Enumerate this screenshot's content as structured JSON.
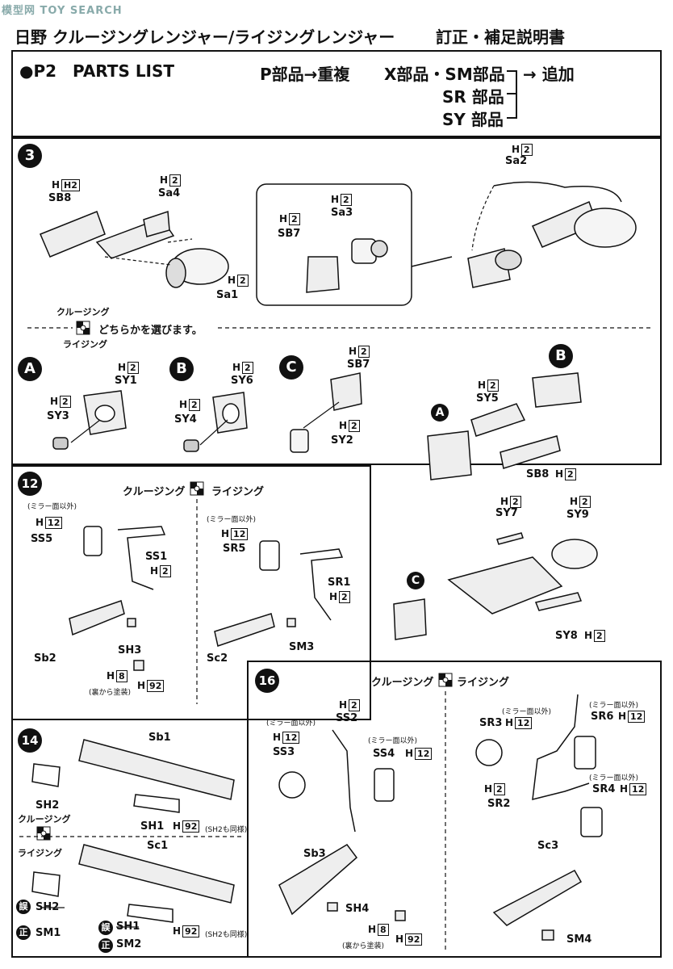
{
  "watermark": "模型网 TOY SEARCH",
  "header": {
    "title": "日野 クルージングレンジャー/ライジングレンジャー",
    "subtitle": "訂正・補足説明書"
  },
  "parts_list": {
    "page": "●P2",
    "heading": "PARTS LIST",
    "p_note": "P部品→重複",
    "x_note": "X部品・SM部品",
    "arrow_note": "→ 追加",
    "sr_note": "SR 部品",
    "sy_note": "SY 部品"
  },
  "step3": {
    "num": "3",
    "h2": "H2",
    "parts": {
      "sb8": "SB8",
      "sa4": "Sa4",
      "sa1": "Sa1",
      "sb7": "SB7",
      "sa3": "Sa3",
      "sa2": "Sa2"
    },
    "choice_top": "クルージング",
    "choice_text": "どちらかを選びます。",
    "choice_bottom": "ライジング",
    "variants": {
      "a": "A",
      "b": "B",
      "c": "C"
    },
    "sub": {
      "sy1": "SY1",
      "sy3": "SY3",
      "sy6": "SY6",
      "sy4": "SY4",
      "sb7": "SB7",
      "sy2": "SY2",
      "sy5": "SY5",
      "sb8": "SB8",
      "sy7": "SY7",
      "sy9": "SY9",
      "sy8": "SY8"
    }
  },
  "step12": {
    "num": "12",
    "cruising": "クルージング",
    "rising": "ライジング",
    "mirror_note": "(ミラー面以外)",
    "parts": {
      "ss5": "SS5",
      "ss1": "SS1",
      "sb2": "Sb2",
      "sh3": "SH3",
      "sr5": "SR5",
      "sr1": "SR1",
      "sc2": "Sc2",
      "sm3": "SM3"
    },
    "h12": "H12",
    "h2": "H2",
    "h8": "H8",
    "h92": "H92",
    "back_paint": "(裏から塗装)"
  },
  "step14": {
    "num": "14",
    "cruising": "クルージング",
    "rising": "ライジング",
    "parts": {
      "sb1": "Sb1",
      "sh2": "SH2",
      "sh1": "SH1",
      "sc1": "Sc1",
      "sm1": "SM1",
      "sm2": "SM2"
    },
    "h92": "H92",
    "same_note": "(SH2も同様)",
    "wrong": "誤",
    "right": "正"
  },
  "step16": {
    "num": "16",
    "cruising": "クルージング",
    "rising": "ライジング",
    "mirror_note": "(ミラー面以外)",
    "parts": {
      "ss2": "SS2",
      "ss3": "SS3",
      "ss4": "SS4",
      "sb3": "Sb3",
      "sh4": "SH4",
      "sr3": "SR3",
      "sr6": "SR6",
      "sr2": "SR2",
      "sr4": "SR4",
      "sc3": "Sc3",
      "sm4": "SM4"
    },
    "h2": "H2",
    "h12": "H12",
    "h8": "H8",
    "h92": "H92",
    "back_paint": "(裏から塗装)"
  }
}
